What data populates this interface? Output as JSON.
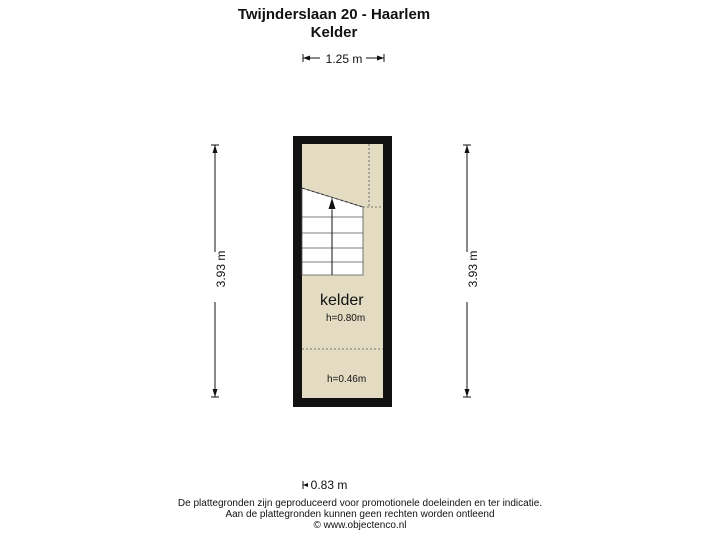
{
  "header": {
    "address": "Twijnderslaan 20 - Haarlem",
    "floor": "Kelder"
  },
  "dimensions": {
    "top_width": "1.25 m",
    "bottom_width": "0.83 m",
    "left_height": "3.93 m",
    "right_height": "3.93 m"
  },
  "room": {
    "name": "kelder",
    "height_upper": "h=0.80m",
    "height_lower": "h=0.46m"
  },
  "footer": {
    "line1": "De plattegronden zijn geproduceerd voor promotionele doeleinden en ter indicatie.",
    "line2": "Aan de plattegronden kunnen geen rechten worden ontleend",
    "line3": "© www.objectenco.nl"
  },
  "colors": {
    "floor": "#e3dcc3",
    "wall": "#111111"
  }
}
